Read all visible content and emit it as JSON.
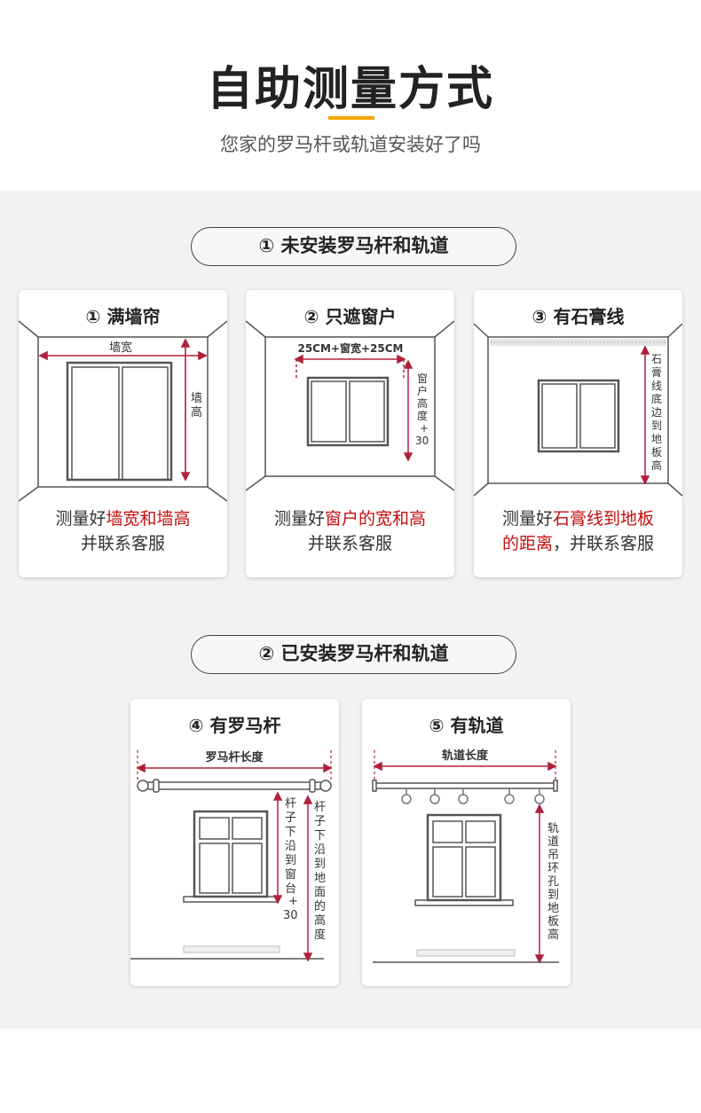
{
  "header": {
    "title": "自助测量方式",
    "subtitle": "您家的罗马杆或轨道安装好了吗"
  },
  "section1": {
    "label": "① 未安装罗马杆和轨道",
    "cards": [
      {
        "title": "① 满墙帘",
        "width_label": "墙宽",
        "height_label": "墙高",
        "caption_prefix": "测量好",
        "caption_highlight": "墙宽和墙高",
        "caption_line2": "并联系客服"
      },
      {
        "title": "② 只遮窗户",
        "width_label": "25CM+窗宽+25CM",
        "height_label": "窗户高度+30",
        "caption_prefix": "测量好",
        "caption_highlight": "窗户的宽和高",
        "caption_line2": "并联系客服"
      },
      {
        "title": "③ 有石膏线",
        "height_label": "石膏线底边到地板高",
        "caption_prefix": "测量好",
        "caption_highlight": "石膏线到地板",
        "caption_highlight2": "的距离",
        "caption_suffix": "，并联系客服"
      }
    ]
  },
  "section2": {
    "label": "② 已安装罗马杆和轨道",
    "cards": [
      {
        "title": "④ 有罗马杆",
        "width_label": "罗马杆长度",
        "height_label_1": "杆子下沿到窗台+30",
        "height_label_2": "杆子下沿到地面的高度"
      },
      {
        "title": "⑤ 有轨道",
        "width_label": "轨道长度",
        "height_label": "轨道吊环孔到地板高"
      }
    ]
  },
  "colors": {
    "accent": "#f5a500",
    "highlight": "#c40e0e",
    "arrow": "#b0203a"
  }
}
